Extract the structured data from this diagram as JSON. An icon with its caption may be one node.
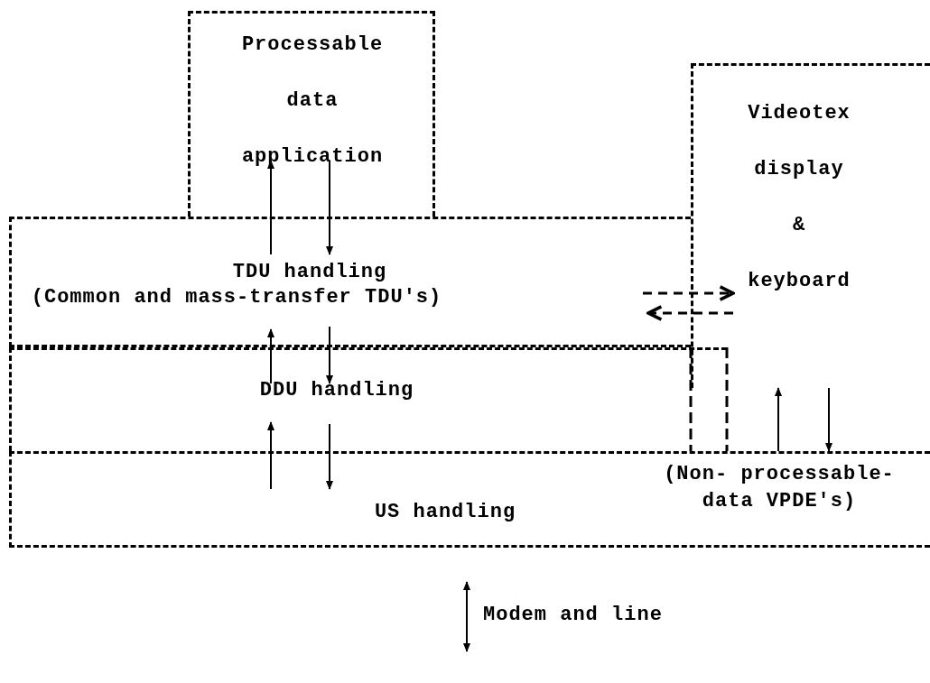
{
  "diagram": {
    "nodes": [
      {
        "text": [
          "Processable data application"
        ]
      },
      {
        "text": [
          "TDU handling",
          "(Common and mass-transfer TDU's)"
        ]
      },
      {
        "text": [
          "Videotex display & keyboard"
        ]
      },
      {
        "text": [
          "DDU handling"
        ]
      },
      {
        "text": [
          "US handling",
          "(Non- processable-data VPDE's)"
        ]
      }
    ],
    "edges": [
      {
        "from": 1,
        "to": 0,
        "arrow": "to"
      },
      {
        "from": 0,
        "to": 1,
        "arrow": "to"
      },
      {
        "from": 1,
        "to": 2,
        "arrow": "to",
        "style": "dashed"
      },
      {
        "from": 2,
        "to": 1,
        "arrow": "to",
        "style": "dashed"
      },
      {
        "from": 3,
        "to": 1,
        "arrow": "to"
      },
      {
        "from": 1,
        "to": 3,
        "arrow": "to"
      },
      {
        "from": 4,
        "to": 3,
        "arrow": "to"
      },
      {
        "from": 3,
        "to": 4,
        "arrow": "to"
      },
      {
        "from": 4,
        "to": 2,
        "arrow": "to"
      },
      {
        "from": 2,
        "to": 4,
        "arrow": "to"
      },
      {
        "from": 4,
        "to": null,
        "arrow": "both",
        "label": "Modem and line"
      }
    ]
  }
}
